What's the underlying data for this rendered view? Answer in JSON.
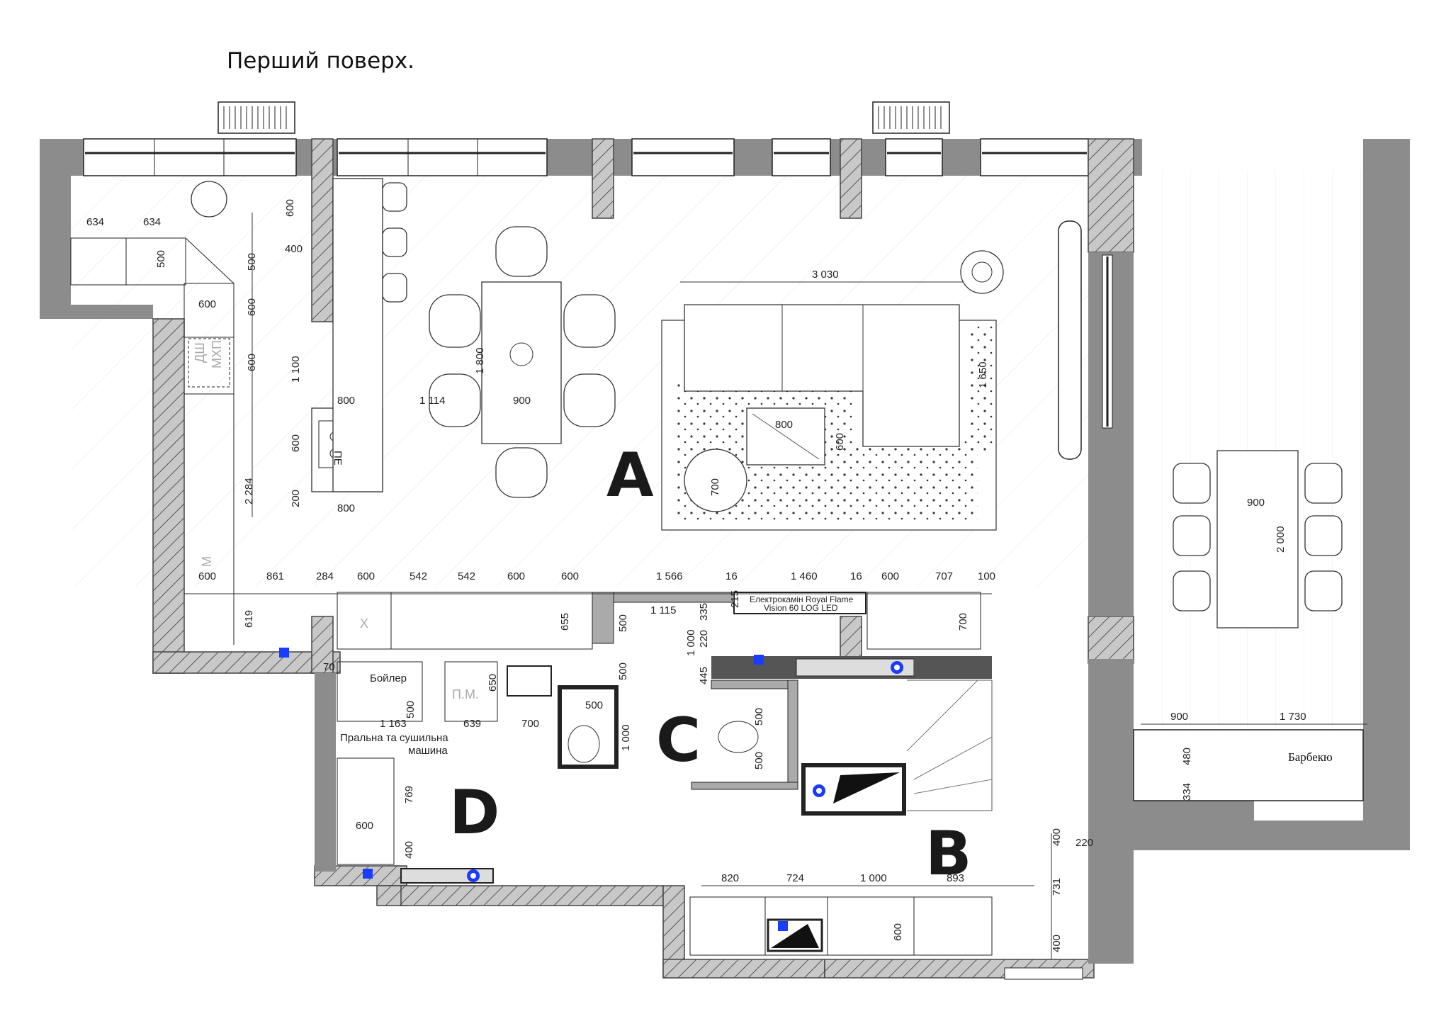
{
  "title": "Перший поверх.",
  "rooms": {
    "a": "A",
    "b": "B",
    "c": "C",
    "d": "D"
  },
  "labels": {
    "boiler": "Бойлер",
    "pm": "П.М.",
    "laundry_line1": "Пральна та сушильна",
    "laundry_line2": "машина",
    "fireplace_line1": "Електрокамін Royal Flame",
    "fireplace_line2": "Vision 60 LOG LED",
    "bbq": "Барбекю",
    "pe": "ПЕ",
    "dsh": "ДШ",
    "mkhp": "МХП",
    "m": "М",
    "x": "X"
  },
  "dimensions": {
    "d634a": "634",
    "d634b": "634",
    "d600_top": "600",
    "d400_top": "400",
    "d500_k": "500",
    "d500_k2": "500",
    "d600_k1": "600",
    "d600_k2": "600",
    "d600_k3": "600",
    "d600_island": "600",
    "d1100": "1 100",
    "d2284": "2 284",
    "d200": "200",
    "d800a": "800",
    "d800b": "800",
    "d1114": "1 114",
    "d1800": "1 800",
    "d900_table": "900",
    "d3030": "3 030",
    "d1650": "1 650",
    "d800_coffee": "800",
    "d600_coffee": "600",
    "d700_round": "700",
    "r600": "600",
    "r861": "861",
    "r284": "284",
    "r600b": "600",
    "r542a": "542",
    "r542b": "542",
    "r600c": "600",
    "r600d": "600",
    "r1566": "1 566",
    "r16a": "16",
    "r1460": "1 460",
    "r16b": "16",
    "r600e": "600",
    "r707": "707",
    "r100": "100",
    "d619": "619",
    "d70": "70",
    "d655": "655",
    "d1115": "1 115",
    "d335": "335",
    "d215": "215",
    "d500_c1": "500",
    "d220": "220",
    "d1000_c": "1 000",
    "d445": "445",
    "d500_c2": "500",
    "d700_r": "700",
    "d650": "650",
    "d500_d": "500",
    "d1163": "1 163",
    "d639": "639",
    "d700_d": "700",
    "d500_wc": "500",
    "d1000_wc": "1 000",
    "d500_wc2": "500",
    "d500_wc3": "500",
    "d769": "769",
    "d600_d": "600",
    "d400_d": "400",
    "d820": "820",
    "d724": "724",
    "d1000_b": "1 000",
    "d893": "893",
    "d600_b": "600",
    "d400_b1": "400",
    "d731": "731",
    "d400_b2": "400",
    "d220_b": "220",
    "d900_terr_table": "900",
    "d2000": "2 000",
    "d900_terr": "900",
    "d1730": "1 730",
    "d480": "480",
    "d334": "334"
  },
  "colors": {
    "wall": "#8c8c8c",
    "socket": "#1a3cff"
  }
}
